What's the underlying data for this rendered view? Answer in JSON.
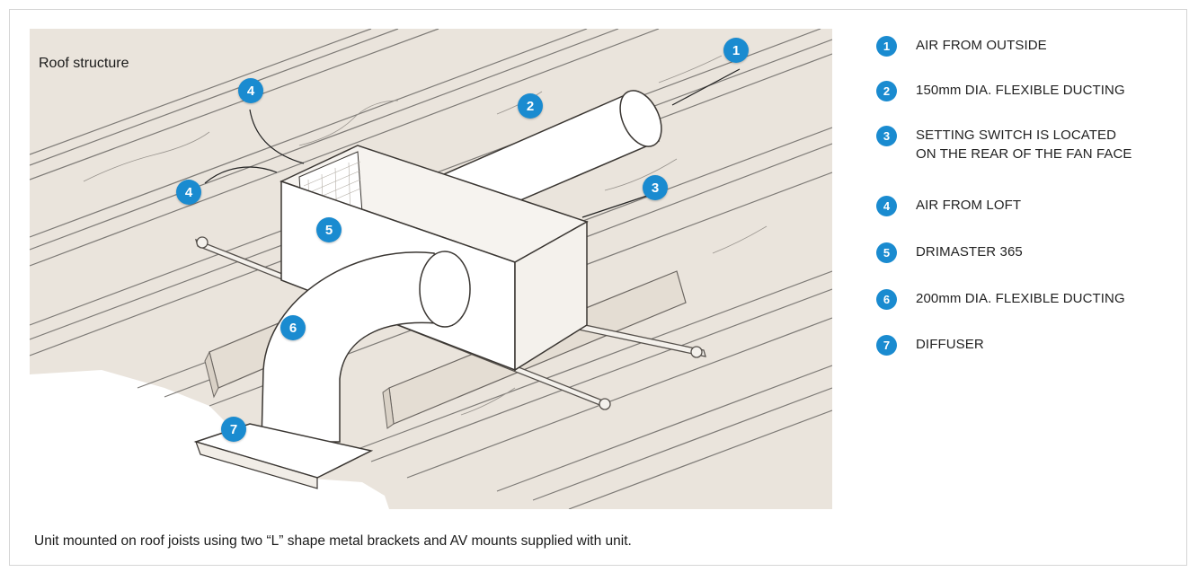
{
  "diagram": {
    "area_label": "Roof structure",
    "caption": "Unit mounted on roof joists using two “L” shape metal brackets and AV mounts supplied with unit.",
    "accent_color": "#1a8bd0",
    "background_color": "#eae4dc",
    "callouts": [
      "1",
      "2",
      "3",
      "4",
      "4",
      "5",
      "6",
      "7"
    ]
  },
  "legend": {
    "items": [
      {
        "num": "1",
        "text": "AIR FROM OUTSIDE"
      },
      {
        "num": "2",
        "text": "150mm DIA. FLEXIBLE DUCTING"
      },
      {
        "num": "3",
        "text": "SETTING SWITCH IS LOCATED\nON THE REAR OF THE FAN FACE"
      },
      {
        "num": "4",
        "text": "AIR FROM LOFT"
      },
      {
        "num": "5",
        "text": "DRIMASTER 365"
      },
      {
        "num": "6",
        "text": "200mm DIA. FLEXIBLE DUCTING"
      },
      {
        "num": "7",
        "text": "DIFFUSER"
      }
    ]
  }
}
